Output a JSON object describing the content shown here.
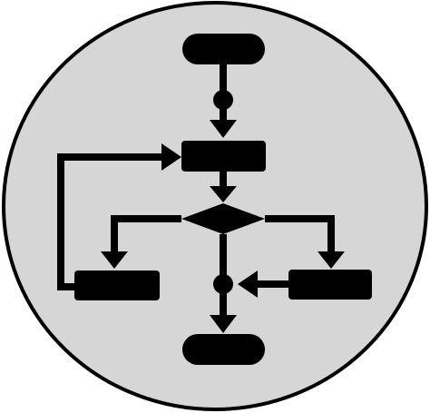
{
  "icon": {
    "name": "flowchart-icon",
    "colors": {
      "background": "#ffffff",
      "circle_fill": "#d6d6d6",
      "circle_stroke": "#000000",
      "shapes": "#000000"
    },
    "nodes": [
      {
        "id": "start",
        "kind": "terminator"
      },
      {
        "id": "process-main",
        "kind": "process"
      },
      {
        "id": "decision",
        "kind": "decision"
      },
      {
        "id": "process-left",
        "kind": "process"
      },
      {
        "id": "process-right",
        "kind": "process"
      },
      {
        "id": "end",
        "kind": "terminator"
      }
    ],
    "connectors": [
      {
        "from": "start",
        "to": "process-main"
      },
      {
        "from": "process-main",
        "to": "decision"
      },
      {
        "from": "decision",
        "to": "process-left"
      },
      {
        "from": "decision",
        "to": "process-right"
      },
      {
        "from": "decision",
        "to": "end"
      },
      {
        "from": "process-left",
        "to": "process-main"
      },
      {
        "from": "process-right",
        "to": "end"
      }
    ]
  }
}
